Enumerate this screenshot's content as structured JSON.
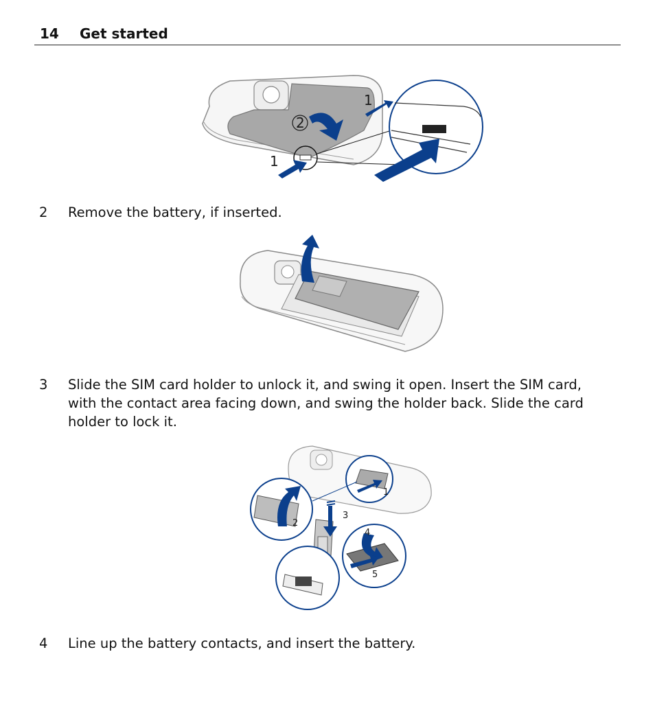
{
  "header": {
    "page_number": "14",
    "title": "Get started"
  },
  "steps": [
    {
      "number": "2",
      "text": "Remove the battery, if inserted."
    },
    {
      "number": "3",
      "lines": [
        "Slide the SIM card holder to unlock it, and swing it open. Insert the SIM card,",
        "with the contact area facing down, and swing the holder back. Slide the card",
        "holder to lock it."
      ]
    },
    {
      "number": "4",
      "text": "Line up the battery contacts, and insert the battery."
    }
  ],
  "figures": {
    "back_cover": {
      "callouts": [
        "1",
        "2",
        "1"
      ]
    },
    "sim_card": {
      "callouts": [
        "1",
        "2",
        "3",
        "4",
        "5"
      ]
    }
  },
  "colors": {
    "arrow": "#0b3f8c",
    "cover": "#a8a8a8",
    "outline": "#7a7a7a"
  }
}
